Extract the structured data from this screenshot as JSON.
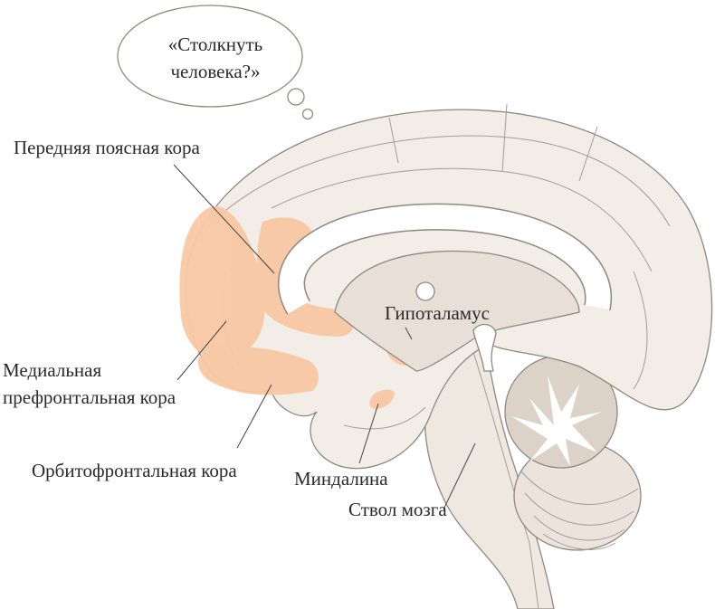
{
  "thought_bubble": {
    "line1": "«Столкнуть",
    "line2": "человека?»"
  },
  "labels": {
    "anterior_cingulate": "Передняя поясная кора",
    "medial_prefrontal_line1": "Медиальная",
    "medial_prefrontal_line2": "префронтальная кора",
    "orbitofrontal": "Орбитофронтальная кора",
    "hypothalamus": "Гипоталамус",
    "amygdala": "Миндалина",
    "brainstem": "Ствол мозга"
  },
  "colors": {
    "highlight": "#f9c8a3",
    "brain": "#f3ede7",
    "inner": "#e8dfd6",
    "cerebellum": "#dcd2c7",
    "white_matter": "#ffffff"
  }
}
